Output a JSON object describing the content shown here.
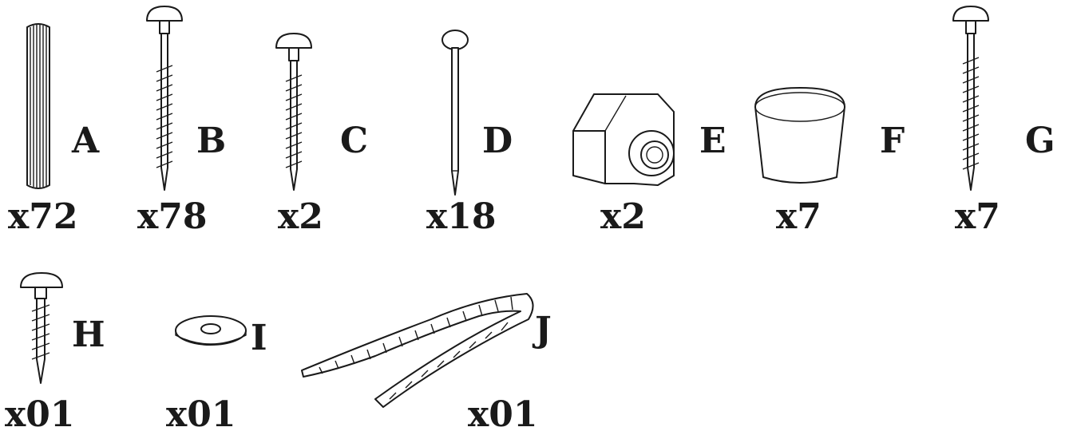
{
  "parts": [
    {
      "letter": "A",
      "qty": "x72",
      "icon": "fluted-dowel-icon"
    },
    {
      "letter": "B",
      "qty": "x78",
      "icon": "long-screw-icon"
    },
    {
      "letter": "C",
      "qty": "x2",
      "icon": "medium-screw-icon"
    },
    {
      "letter": "D",
      "qty": "x18",
      "icon": "nail-icon"
    },
    {
      "letter": "E",
      "qty": "x2",
      "icon": "cam-lock-connector-icon"
    },
    {
      "letter": "F",
      "qty": "x7",
      "icon": "furniture-foot-cap-icon"
    },
    {
      "letter": "G",
      "qty": "x7",
      "icon": "long-screw-icon"
    },
    {
      "letter": "H",
      "qty": "x01",
      "icon": "short-screw-icon"
    },
    {
      "letter": "I",
      "qty": "x01",
      "icon": "washer-icon"
    },
    {
      "letter": "J",
      "qty": "x01",
      "icon": "strap-icon"
    }
  ],
  "colors": {
    "ink": "#1a1a1a",
    "background": "#ffffff"
  }
}
